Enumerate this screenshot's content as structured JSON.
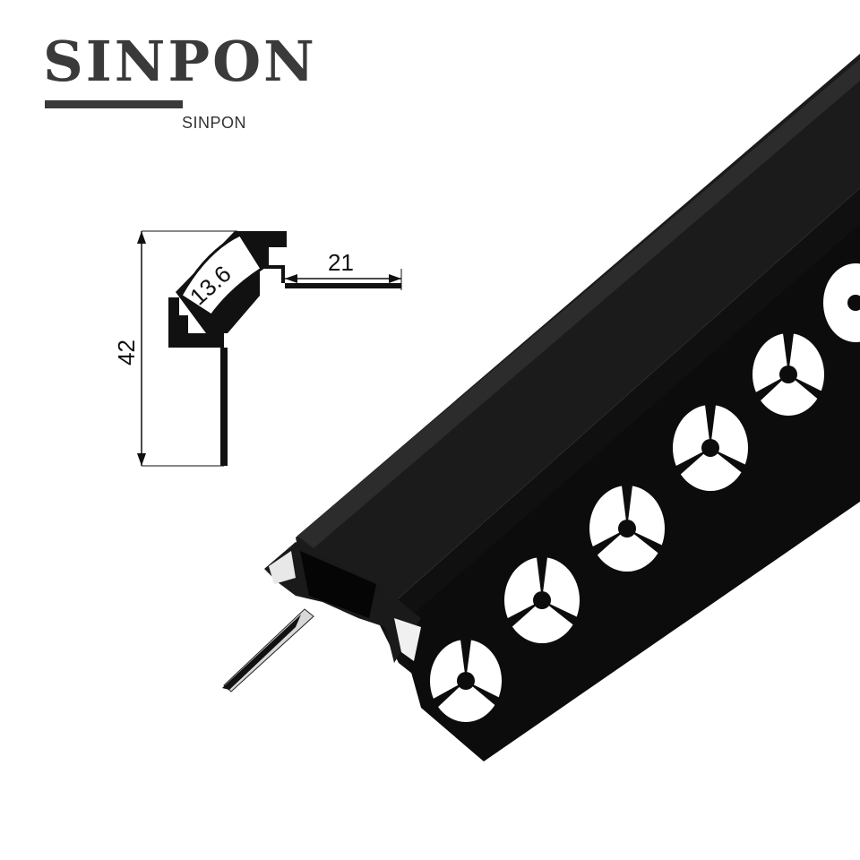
{
  "brand": {
    "logo_text": "SINPON",
    "subtitle": "SINPON"
  },
  "drawing": {
    "dim_height": "42",
    "dim_width": "21",
    "dim_diffuser": "13.6"
  },
  "colors": {
    "profile": "#141414",
    "profile_edge": "#2a2a2a",
    "background": "#ffffff"
  },
  "product": {
    "description_icon": "aluminum-profile-icon"
  }
}
